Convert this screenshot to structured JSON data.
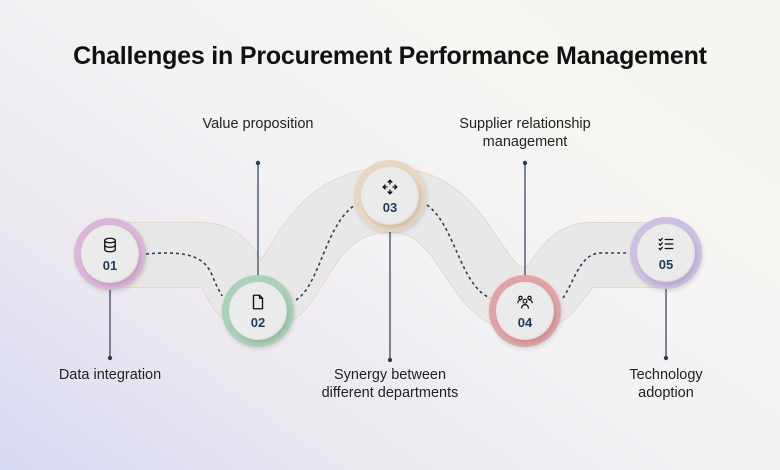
{
  "title": "Challenges in Procurement Performance Management",
  "colors": {
    "connector": "#2c3e57",
    "track": "#e8e8e8",
    "number": "#1e3a5f"
  },
  "steps": [
    {
      "number": "01",
      "label": "Data integration",
      "label_line2": "",
      "icon": "database-icon",
      "ring_color": "#dcb6da",
      "label_position": "below"
    },
    {
      "number": "02",
      "label": "Value proposition",
      "label_line2": "",
      "icon": "file-icon",
      "ring_color": "#a9d2b8",
      "label_position": "above"
    },
    {
      "number": "03",
      "label": "Synergy between",
      "label_line2": "different departments",
      "icon": "move-arrows-icon",
      "ring_color": "#ead7c1",
      "label_position": "below"
    },
    {
      "number": "04",
      "label": "Supplier relationship",
      "label_line2": "management",
      "icon": "users-group-icon",
      "ring_color": "#e1a3a6",
      "label_position": "above"
    },
    {
      "number": "05",
      "label": "Technology",
      "label_line2": "adoption",
      "icon": "checklist-icon",
      "ring_color": "#cdc0e3",
      "label_position": "below"
    }
  ]
}
